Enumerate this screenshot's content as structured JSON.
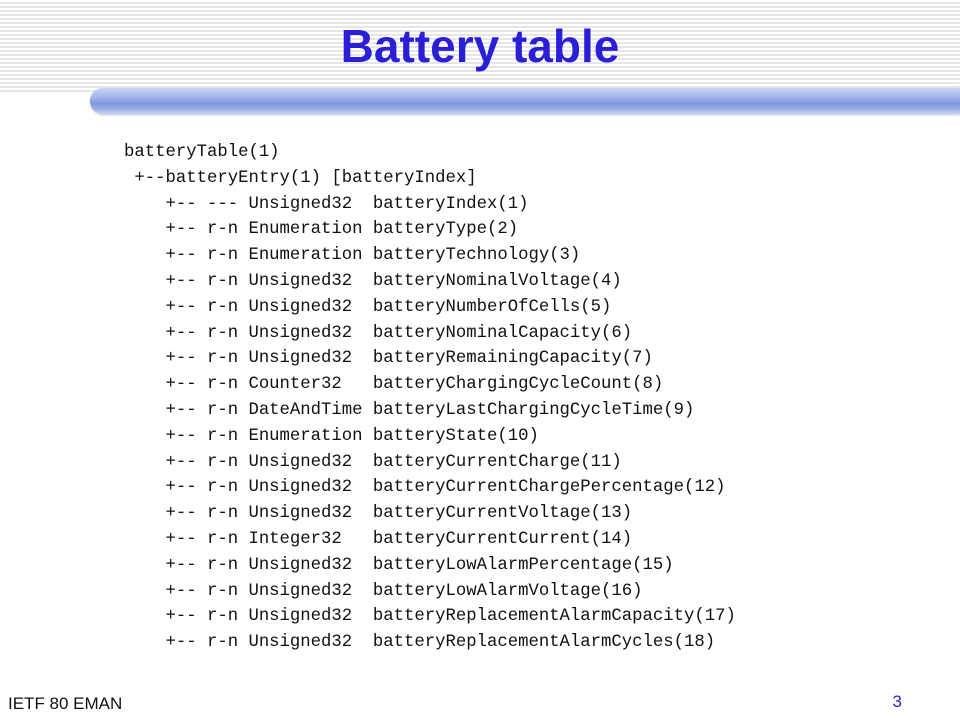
{
  "slide": {
    "title": "Battery table",
    "footer_left": "IETF 80 EMAN",
    "page_number": "3"
  },
  "code_lines": [
    "batteryTable(1)",
    " +--batteryEntry(1) [batteryIndex]",
    "    +-- --- Unsigned32  batteryIndex(1)",
    "    +-- r-n Enumeration batteryType(2)",
    "    +-- r-n Enumeration batteryTechnology(3)",
    "    +-- r-n Unsigned32  batteryNominalVoltage(4)",
    "    +-- r-n Unsigned32  batteryNumberOfCells(5)",
    "    +-- r-n Unsigned32  batteryNominalCapacity(6)",
    "    +-- r-n Unsigned32  batteryRemainingCapacity(7)",
    "    +-- r-n Counter32   batteryChargingCycleCount(8)",
    "    +-- r-n DateAndTime batteryLastChargingCycleTime(9)",
    "    +-- r-n Enumeration batteryState(10)",
    "    +-- r-n Unsigned32  batteryCurrentCharge(11)",
    "    +-- r-n Unsigned32  batteryCurrentChargePercentage(12)",
    "    +-- r-n Unsigned32  batteryCurrentVoltage(13)",
    "    +-- r-n Integer32   batteryCurrentCurrent(14)",
    "    +-- r-n Unsigned32  batteryLowAlarmPercentage(15)",
    "    +-- r-n Unsigned32  batteryLowAlarmVoltage(16)",
    "    +-- r-n Unsigned32  batteryReplacementAlarmCapacity(17)",
    "    +-- r-n Unsigned32  batteryReplacementAlarmCycles(18)"
  ]
}
